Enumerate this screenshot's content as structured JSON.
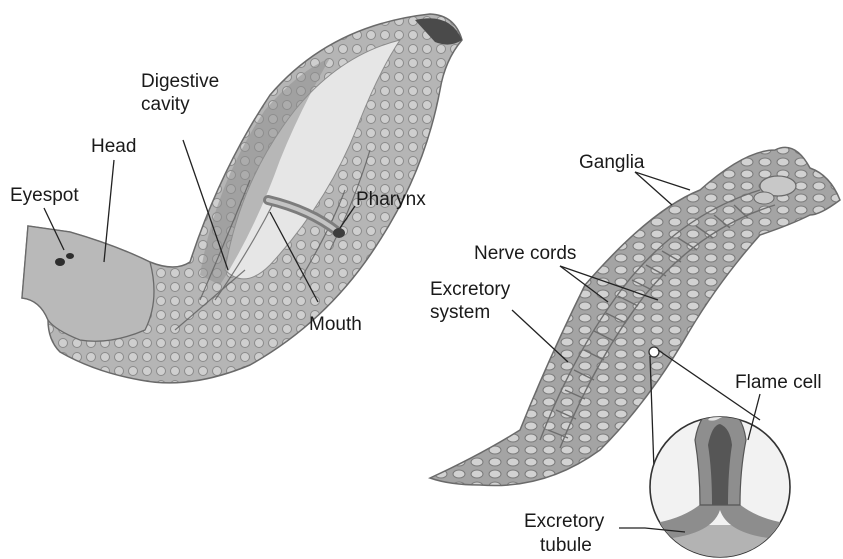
{
  "figure": {
    "labels": {
      "eyespot": "Eyespot",
      "head": "Head",
      "digestive_cavity_line1": "Digestive",
      "digestive_cavity_line2": "cavity",
      "pharynx": "Pharynx",
      "mouth": "Mouth",
      "ganglia": "Ganglia",
      "nerve_cords": "Nerve cords",
      "excretory_system_line1": "Excretory",
      "excretory_system_line2": "system",
      "flame_cell": "Flame cell",
      "excretory_tubule_line1": "Excretory",
      "excretory_tubule_line2": "tubule"
    },
    "colors": {
      "body_fill": "#a9a9a9",
      "body_dark": "#6e6e6e",
      "body_light": "#d9d9d9",
      "text": "#1a1a1a"
    }
  }
}
